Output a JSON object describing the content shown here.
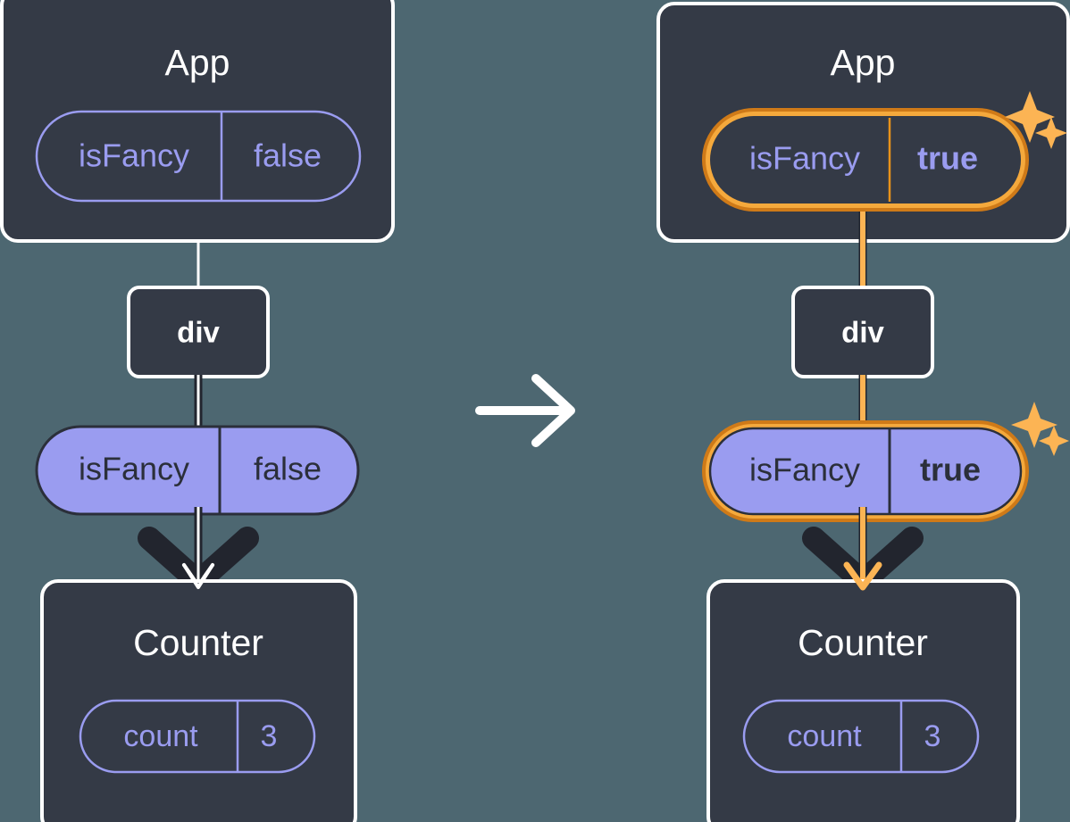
{
  "diagram": {
    "title": "React state update propagation diagram",
    "colors": {
      "background": "#4d6771",
      "panel": "#343a46",
      "panel_border": "#ffffff",
      "accent_purple": "#9a9cf0",
      "highlight_orange": "#e8921a",
      "highlight_orange_light": "#fcb454",
      "line_dark": "#22252e"
    },
    "transition_arrow": "right-arrow"
  },
  "panels": [
    {
      "id": "before",
      "app": {
        "title": "App",
        "state_pill": {
          "name": "isFancy",
          "value": "false",
          "style": "outline",
          "highlighted": false
        }
      },
      "div": {
        "label": "div"
      },
      "prop_pill": {
        "name": "isFancy",
        "value": "false",
        "style": "filled",
        "highlighted": false
      },
      "counter": {
        "title": "Counter",
        "state_pill": {
          "name": "count",
          "value": "3",
          "style": "outline",
          "highlighted": false
        }
      },
      "connector_style": "light",
      "arrow_style": "white"
    },
    {
      "id": "after",
      "app": {
        "title": "App",
        "state_pill": {
          "name": "isFancy",
          "value": "true",
          "style": "outline",
          "highlighted": true
        }
      },
      "div": {
        "label": "div"
      },
      "prop_pill": {
        "name": "isFancy",
        "value": "true",
        "style": "filled",
        "highlighted": true
      },
      "counter": {
        "title": "Counter",
        "state_pill": {
          "name": "count",
          "value": "3",
          "style": "outline",
          "highlighted": false
        }
      },
      "connector_style": "orange",
      "arrow_style": "orange",
      "sparkles": [
        "sparkle-large",
        "sparkle-small"
      ]
    }
  ]
}
